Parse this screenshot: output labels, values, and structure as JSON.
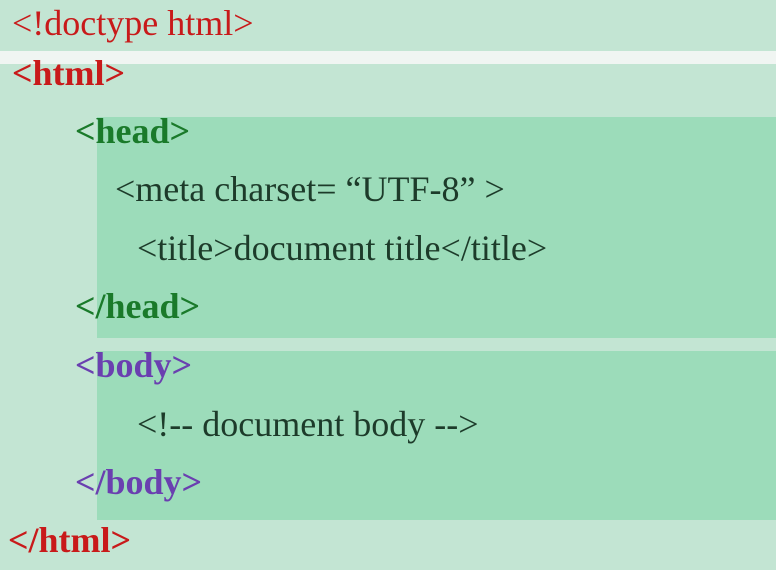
{
  "colors": {
    "background": "#c3e5d3",
    "block": "#9cdcba",
    "html_tag": "#c81a1a",
    "head_tag": "#1a7a2a",
    "body_tag": "#6a3fb0",
    "text": "#1d3b2a"
  },
  "lines": {
    "doctype": "<!doctype html>",
    "html_open": "<html>",
    "head_open": "<head>",
    "meta": "<meta charset= “UTF-8” >",
    "title": "<title>document title</title>",
    "head_close": "</head>",
    "body_open": "<body>",
    "comment": "<!-- document body -->",
    "body_close": "</body>",
    "html_close": "</html>"
  }
}
